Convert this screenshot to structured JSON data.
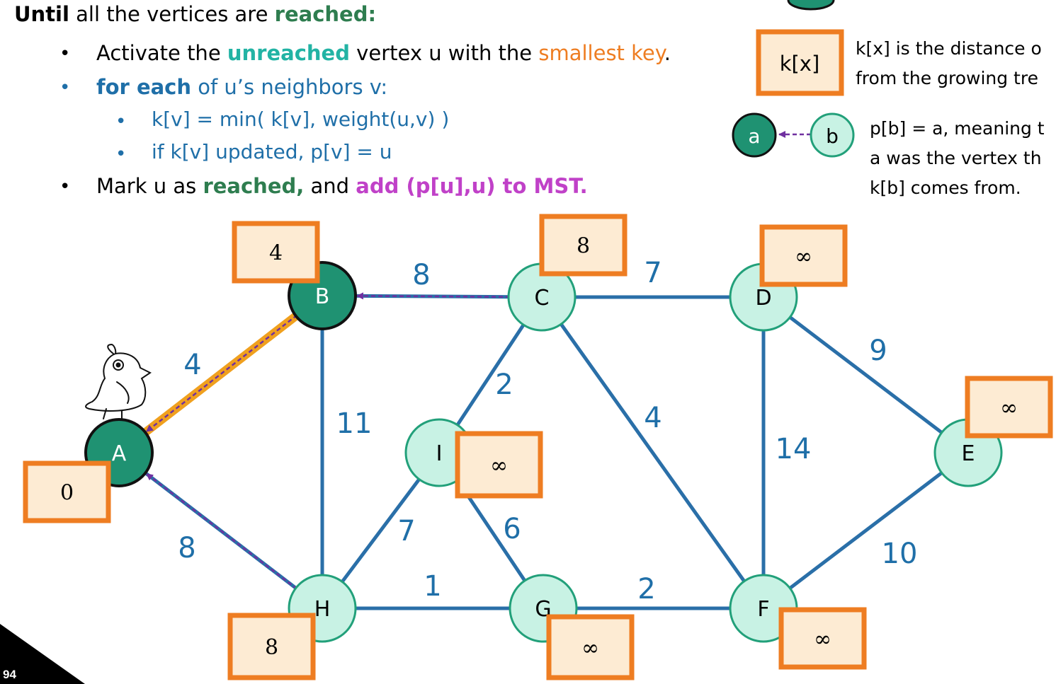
{
  "colors": {
    "edge": "#2a6fa8",
    "mst_edge": "#f0a01e",
    "parent_arrow": "#7030a0",
    "reached_fill": "#1f9272",
    "unreached_fill": "#c8f2e4",
    "node_stroke": "#22a07a",
    "key_box_fill": "#fdebd3",
    "key_box_stroke": "#ee7d22",
    "blue_text": "#1f6fa8",
    "green_text": "#2e7d4f",
    "teal_text": "#22b3a4",
    "orange_text": "#ee7d22",
    "magenta_text": "#c041c8"
  },
  "rules": {
    "line1": {
      "until": "Until",
      "mid": " all the vertices are ",
      "reached": "reached:"
    },
    "bullet1": {
      "pre": "Activate the ",
      "unreached": "unreached",
      "mid": " vertex u with the ",
      "smallest_key": "smallest key",
      "end": "."
    },
    "bullet2": {
      "for_each": "for each",
      "rest": " of u’s neighbors v:"
    },
    "sub1": "k[v] = min( k[v], weight(u,v) )",
    "sub2": "if k[v] updated, p[v] = u",
    "bullet3": {
      "pre": "Mark u as ",
      "reached": "reached,",
      "mid": " and ",
      "add": "add (p[u],u) to MST."
    },
    "bullet_char": "•"
  },
  "legend": {
    "key_label": "k[x]",
    "key_desc_1": "k[x] is the distance o",
    "key_desc_2": "from the growing tre",
    "parent_a": "a",
    "parent_b": "b",
    "parent_desc_1": "p[b] = a, meaning t",
    "parent_desc_2": "a was the vertex th",
    "parent_desc_3": "k[b] comes from."
  },
  "graph": {
    "nodes": [
      {
        "id": "A",
        "label": "A",
        "reached": true
      },
      {
        "id": "B",
        "label": "B",
        "reached": true
      },
      {
        "id": "C",
        "label": "C",
        "reached": false
      },
      {
        "id": "D",
        "label": "D",
        "reached": false
      },
      {
        "id": "E",
        "label": "E",
        "reached": false
      },
      {
        "id": "F",
        "label": "F",
        "reached": false
      },
      {
        "id": "G",
        "label": "G",
        "reached": false
      },
      {
        "id": "H",
        "label": "H",
        "reached": false
      },
      {
        "id": "I",
        "label": "I",
        "reached": false
      }
    ],
    "edges": [
      {
        "from": "A",
        "to": "B",
        "weight": "4",
        "in_mst": true
      },
      {
        "from": "A",
        "to": "H",
        "weight": "8",
        "in_mst": false
      },
      {
        "from": "B",
        "to": "C",
        "weight": "8",
        "in_mst": false
      },
      {
        "from": "B",
        "to": "H",
        "weight": "11",
        "in_mst": false
      },
      {
        "from": "C",
        "to": "D",
        "weight": "7",
        "in_mst": false
      },
      {
        "from": "C",
        "to": "I",
        "weight": "2",
        "in_mst": false
      },
      {
        "from": "C",
        "to": "F",
        "weight": "4",
        "in_mst": false
      },
      {
        "from": "D",
        "to": "E",
        "weight": "9",
        "in_mst": false
      },
      {
        "from": "D",
        "to": "F",
        "weight": "14",
        "in_mst": false
      },
      {
        "from": "E",
        "to": "F",
        "weight": "10",
        "in_mst": false
      },
      {
        "from": "F",
        "to": "G",
        "weight": "2",
        "in_mst": false
      },
      {
        "from": "G",
        "to": "H",
        "weight": "1",
        "in_mst": false
      },
      {
        "from": "G",
        "to": "I",
        "weight": "6",
        "in_mst": false
      },
      {
        "from": "H",
        "to": "I",
        "weight": "7",
        "in_mst": false
      }
    ],
    "keys": {
      "A": "0",
      "B": "4",
      "C": "8",
      "D": "∞",
      "E": "∞",
      "F": "∞",
      "G": "∞",
      "H": "8",
      "I": "∞"
    },
    "parent_arrows": [
      {
        "from": "B",
        "to": "A"
      },
      {
        "from": "H",
        "to": "A"
      },
      {
        "from": "C",
        "to": "B"
      }
    ]
  },
  "mascot_icon": "bird-icon",
  "slide_number": "94"
}
